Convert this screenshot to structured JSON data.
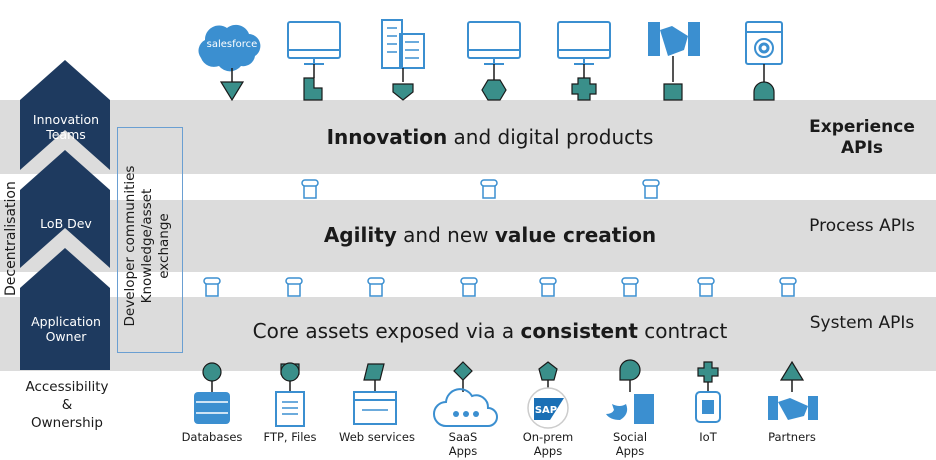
{
  "bands": {
    "experience": {
      "title_bold": "Innovation",
      "title_rest": " and digital products",
      "label": "Experience APIs"
    },
    "process": {
      "title_bold1": "Agility",
      "title_mid": " and new ",
      "title_bold2": "value creation",
      "label": "Process APIs"
    },
    "system": {
      "title_pre": "Core assets exposed via a ",
      "title_bold": "consistent",
      "title_post": " contract",
      "label": "System APIs"
    }
  },
  "chevrons": {
    "top": "Innovation Teams",
    "mid": "LoB Dev",
    "bottom": "Application Owner"
  },
  "decentralisation": "Decentralisation",
  "dev_communities": {
    "line1": "Developer communities",
    "line2": "Knowledge/asset",
    "line3": "exchange"
  },
  "accessibility": {
    "line1": "Accessibility",
    "line2": "&",
    "line3": "Ownership"
  },
  "top_icons": [
    "salesforce-icon",
    "monitor-icon",
    "building-icon",
    "monitor-icon",
    "monitor-icon",
    "handshake-icon",
    "washing-machine-icon"
  ],
  "salesforce_text": "salesforce",
  "sources": [
    {
      "label": "Databases",
      "icon": "database-icon"
    },
    {
      "label": "FTP, Files",
      "icon": "file-icon"
    },
    {
      "label": "Web services",
      "icon": "web-window-icon"
    },
    {
      "label": "SaaS Apps",
      "icon": "cloud-icon"
    },
    {
      "label": "On-prem Apps",
      "icon": "sap-icon"
    },
    {
      "label": "Social Apps",
      "icon": "social-icon"
    },
    {
      "label": "IoT",
      "icon": "iot-icon"
    },
    {
      "label": "Partners",
      "icon": "handshake-icon"
    }
  ],
  "sap_text": "SAP",
  "colors": {
    "navy": "#1e3a5f",
    "band": "#dcdcdc",
    "teal": "#3a8f8a",
    "icon_blue": "#3b8fd0"
  }
}
